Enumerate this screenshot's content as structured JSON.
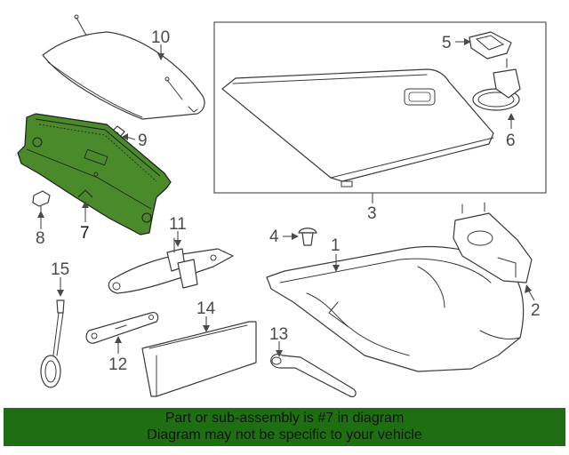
{
  "diagram": {
    "callouts": [
      "1",
      "2",
      "3",
      "4",
      "5",
      "6",
      "7",
      "8",
      "9",
      "10",
      "11",
      "12",
      "13",
      "14",
      "15"
    ],
    "highlight_part": "7",
    "highlight_color": "#4a8a2a"
  },
  "banner": {
    "line1": "Part or sub-assembly is #7 in diagram",
    "line2": "Diagram may not be specific to your vehicle",
    "background": "#1e6f12"
  }
}
